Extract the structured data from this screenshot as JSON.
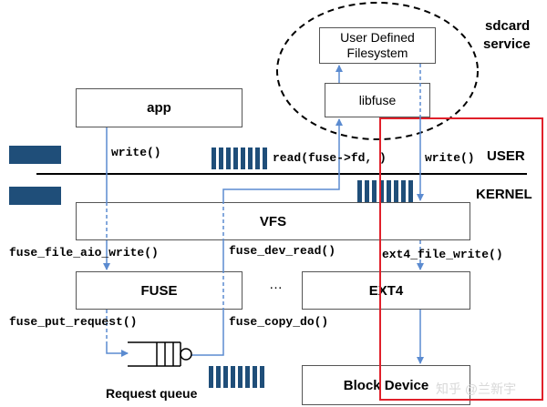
{
  "boxes": {
    "app": "app",
    "vfs": "VFS",
    "fuse": "FUSE",
    "ext4": "EXT4",
    "block_device": "Block Device",
    "user_fs": "User Defined Filesystem",
    "libfuse": "libfuse"
  },
  "labels": {
    "sdcard_service_line1": "sdcard",
    "sdcard_service_line2": "service",
    "user": "USER",
    "kernel": "KERNEL",
    "write_app": "write()",
    "read_fuse": "read(fuse->fd, )",
    "write_right": "write()",
    "fuse_file_aio_write": "fuse_file_aio_write()",
    "fuse_dev_read": "fuse_dev_read()",
    "ext4_file_write": "ext4_file_write()",
    "fuse_put_request": "fuse_put_request()",
    "fuse_copy_do": "fuse_copy_do()",
    "ellipsis": "…",
    "request_queue": "Request queue",
    "watermark": "知乎 @兰新宇"
  },
  "colors": {
    "arrow": "#5b8bd0",
    "highlight_box": "#e0202a",
    "bar": "#1f4e79"
  }
}
